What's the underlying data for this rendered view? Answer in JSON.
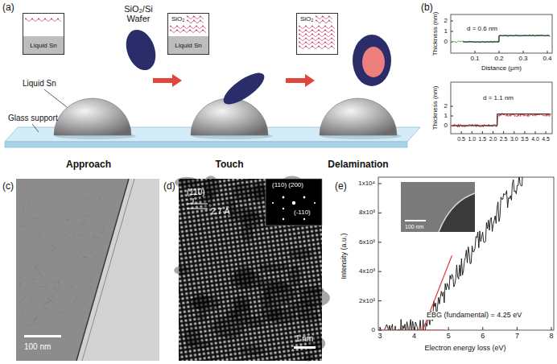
{
  "diagram": {
    "nodes": [
      {
        "text": [
          "Liquid Sn"
        ]
      },
      {
        "text": [
          "SiO₂",
          "Liquid Sn"
        ]
      },
      {
        "text": [
          "SiO₂"
        ]
      }
    ],
    "labels": [
      "(a)",
      "SiO₂/Si Wafer",
      "Liquid Sn",
      "Glass support",
      "Approach",
      "Touch",
      "Delamination",
      "(b)",
      "d = 0.6 nm",
      "2",
      "1",
      "0",
      "0.1",
      "0.2",
      "0.3",
      "0.4",
      "Distance (μm)",
      "Thickness (nm)",
      "d = 1.1 nm",
      "2",
      "1",
      "0",
      "0.5",
      "1.0",
      "1.5",
      "2.0",
      "2.5",
      "3.0",
      "3.5",
      "4.0",
      "4.5",
      "Thickness (nm)",
      "(c)",
      "100 nm",
      "(d)",
      "(110)",
      "2.7 Å",
      "(110) (200)",
      "(-110)",
      "1 nm",
      "(e)",
      "1x10⁴",
      "8x10³",
      "6x10³",
      "4x10³",
      "2x10³",
      "0",
      "Intensity (a.u.)",
      "3",
      "4",
      "5",
      "6",
      "7",
      "8",
      "Electron energy loss (eV)",
      "EBG (fundamental) = 4.25 eV",
      "100 nm"
    ]
  }
}
